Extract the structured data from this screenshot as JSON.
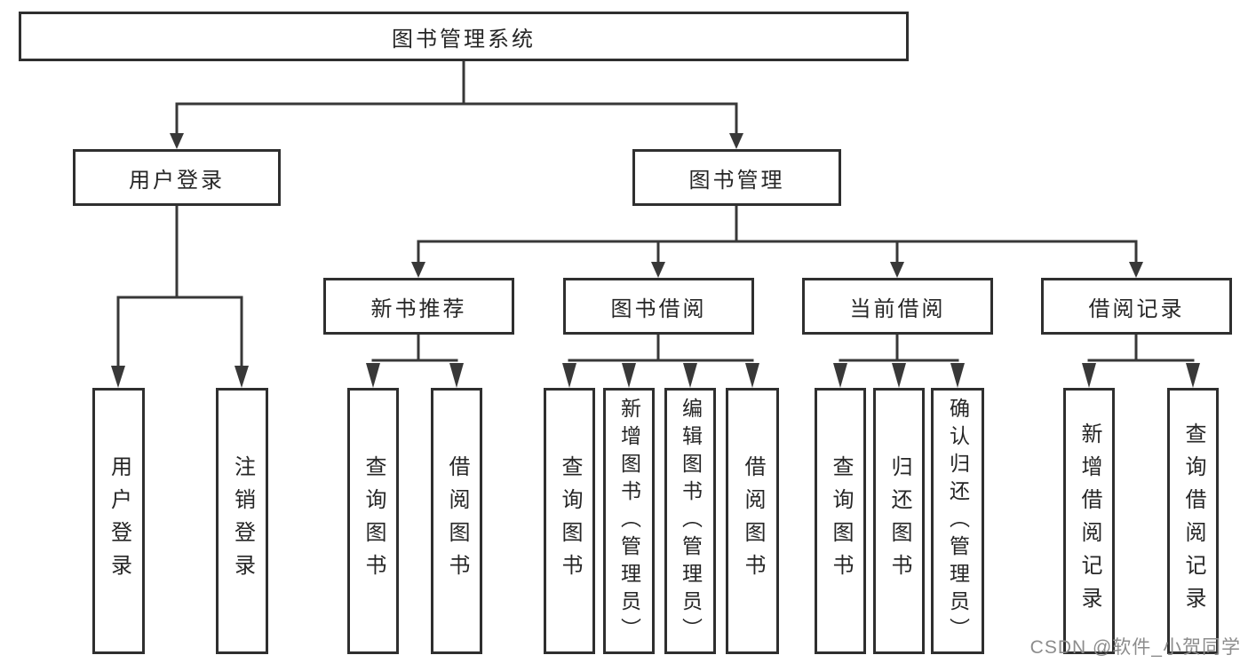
{
  "diagram": {
    "root": "图书管理系统",
    "level2": [
      "用户登录",
      "图书管理"
    ],
    "level3": [
      "新书推荐",
      "图书借阅",
      "当前借阅",
      "借阅记录"
    ],
    "leaves": [
      "用户登录",
      "注销登录",
      "查询图书",
      "借阅图书",
      "查询图书",
      "新增图书（管理员）",
      "编辑图书（管理员）",
      "借阅图书",
      "查询图书",
      "归还图书",
      "确认归还（管理员）",
      "新增借阅记录",
      "查询借阅记录"
    ]
  },
  "watermark": {
    "text": "CSDN @软件_小贺同学"
  },
  "colors": {
    "line": "#383838",
    "border": "#2f2f2f",
    "text": "#262626",
    "watermark": "#8c8c8c",
    "background": "#ffffff"
  }
}
